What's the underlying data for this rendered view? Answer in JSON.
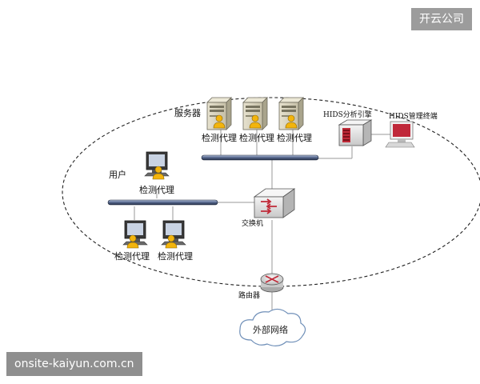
{
  "header": {
    "badge": "开云公司"
  },
  "watermark": {
    "text": "onsite-kaiyun.com.cn"
  },
  "labels": {
    "servers": "服务器",
    "agent_server_1": "检测代理",
    "agent_server_2": "检测代理",
    "agent_server_3": "检测代理",
    "hids_engine": "HIDS分析引擎",
    "hids_terminal": "HIDS管理终端",
    "users": "用户",
    "agent_user_top": "检测代理",
    "agent_user_left": "检测代理",
    "agent_user_right": "检测代理",
    "switch": "交换机",
    "router": "路由器",
    "external_network": "外部网络"
  },
  "colors": {
    "bus": "#3b4a66",
    "user_icon": "#f2b40d",
    "boundary": "#222222",
    "engine": "#c02a38",
    "cloud_stroke": "#6f8fb8"
  }
}
